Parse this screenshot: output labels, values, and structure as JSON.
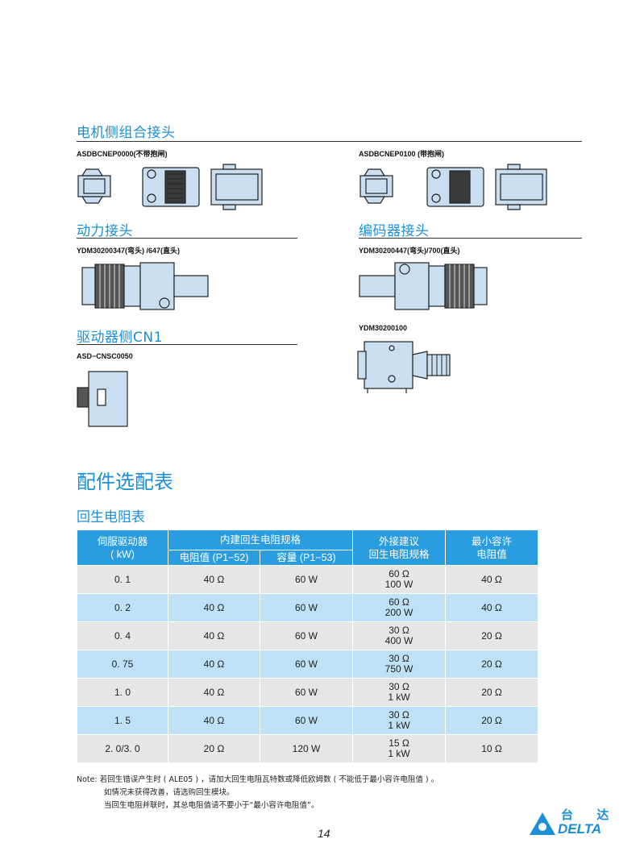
{
  "connectors": {
    "motor_side": {
      "title": "电机侧组合接头",
      "left_part": "ASDBCNEP0000(不带抱闸)",
      "right_part": "ASDBCNEP0100 (带抱闸)"
    },
    "power": {
      "title": "动力接头",
      "part": "YDM30200347(弯头) /647(直头)"
    },
    "encoder": {
      "title": "编码器接头",
      "part": "YDM30200447(弯头)/700(直头)",
      "part2": "YDM30200100"
    },
    "driver_cn1": {
      "title": "驱动器侧CN1",
      "part": "ASD−CNSC0050"
    }
  },
  "accessory": {
    "title": "配件选配表",
    "table_title": "回生电阻表"
  },
  "table": {
    "headers": {
      "drive": "伺服驱动器",
      "drive_unit": "( kW)",
      "builtin": "内建回生电阻规格",
      "resistance": "电阻值 (P1−52)",
      "capacity": "容量 (P1−53)",
      "external": "外接建议",
      "external2": "回生电阻规格",
      "minimum": "最小容许",
      "minimum2": "电阻值"
    },
    "rows": [
      {
        "drive": "0. 1",
        "res": "40 Ω",
        "cap": "60 W",
        "ext_r": "60 Ω",
        "ext_w": "100 W",
        "min": "40 Ω"
      },
      {
        "drive": "0. 2",
        "res": "40 Ω",
        "cap": "60 W",
        "ext_r": "60 Ω",
        "ext_w": "200 W",
        "min": "40 Ω"
      },
      {
        "drive": "0. 4",
        "res": "40 Ω",
        "cap": "60 W",
        "ext_r": "30 Ω",
        "ext_w": "400 W",
        "min": "20 Ω"
      },
      {
        "drive": "0. 75",
        "res": "40 Ω",
        "cap": "60 W",
        "ext_r": "30 Ω",
        "ext_w": "750 W",
        "min": "20 Ω"
      },
      {
        "drive": "1. 0",
        "res": "40 Ω",
        "cap": "60 W",
        "ext_r": "30 Ω",
        "ext_w": "1 kW",
        "min": "20 Ω"
      },
      {
        "drive": "1. 5",
        "res": "40 Ω",
        "cap": "60 W",
        "ext_r": "30 Ω",
        "ext_w": "1 kW",
        "min": "20 Ω"
      },
      {
        "drive": "2. 0/3. 0",
        "res": "20 Ω",
        "cap": "120 W",
        "ext_r": "15 Ω",
        "ext_w": "1 kW",
        "min": "10 Ω"
      }
    ]
  },
  "notes": {
    "line1": "Note: 若回生错误产生时 ( ALE05 ) ，请加大回生电阻瓦特数或降低欧姆数 ( 不能低于最小容许电阻值 ) 。",
    "line2": "如情况未获得改善，请选购回生模块。",
    "line3": "当回生电阻并联时，其总电阻值请不要小于“最小容许电阻值”。"
  },
  "footer": {
    "page_number": "14",
    "logo_cn": "台 达",
    "logo_en": "DELTA"
  },
  "colors": {
    "accent": "#1a8fd6",
    "header_bg": "#2a9ce0",
    "row_gray": "#e6e6e6",
    "row_blue": "#bfe1f7",
    "part_fill": "#c9def0"
  }
}
